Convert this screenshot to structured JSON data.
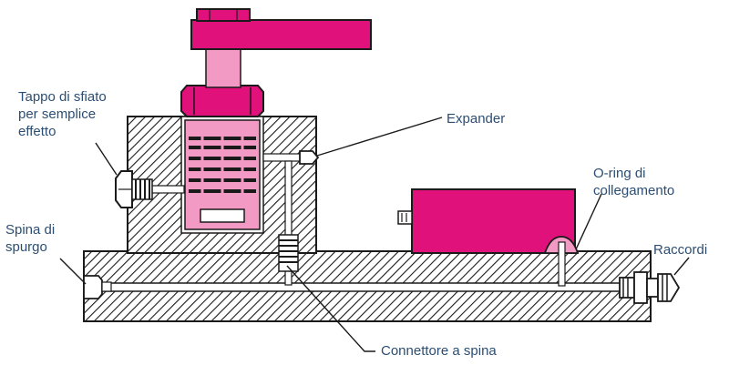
{
  "labels": {
    "vent_cap": "Tappo di sfiato\nper semplice\neffetto",
    "drain_pin": "Spina di\nspurgo",
    "expander": "Expander",
    "oring": "O-ring di\ncollegamento",
    "fittings": "Raccordi",
    "pin_connector": "Connettore a spina"
  },
  "colors": {
    "label_text": "#2c4e73",
    "accent_magenta": "#e0117a",
    "accent_light_pink": "#f29ac4",
    "outline": "#1a1a1a",
    "hatch": "#1a1a1a",
    "background": "#ffffff"
  }
}
